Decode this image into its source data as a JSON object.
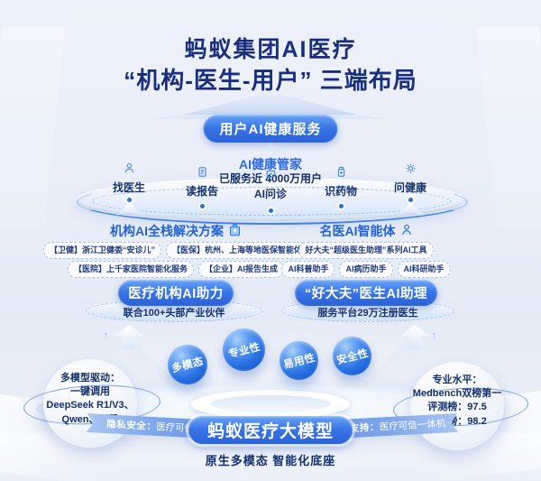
{
  "title": {
    "line1": "蚂蚁集团AI医疗",
    "line2": "“机构-医生-用户” 三端布局"
  },
  "colors": {
    "navy": "#1a2e7e",
    "accent_blue": "#2f6fe0",
    "text_dark": "#13306d",
    "pill_gradient_start": "#6ba6f6",
    "pill_gradient_end": "#2a61d8",
    "sphere_blue": "#2e77e6",
    "ribbon_blue": "#7aa4ea"
  },
  "user_section": {
    "pill_label": "用户AI健康服务",
    "subtitle": "AI健康管家",
    "stat": "已服务近 4000万用户",
    "services": [
      {
        "label": "找医生",
        "icon": "doctor-search-icon"
      },
      {
        "label": "读报告",
        "icon": "report-icon"
      },
      {
        "label": "AI问诊",
        "icon": "chat-consult-icon"
      },
      {
        "label": "识药物",
        "icon": "medicine-icon"
      },
      {
        "label": "问健康",
        "icon": "health-gear-icon"
      }
    ]
  },
  "org_section": {
    "header": "机构AI全栈解决方案",
    "icon": "hospital-icon",
    "tags": [
      "【卫健】浙江卫健委“安诊儿”",
      "【医保】杭州、上海等地医保智能体",
      "【医院】上千家医院智能化服务",
      "【企业】AI报告生成"
    ],
    "button_label": "医疗机构AI助力",
    "button_sub": "联合100+头部产业伙伴"
  },
  "doctor_section": {
    "header": "名医AI智能体",
    "icon": "doctor-avatar-icon",
    "tags": [
      "好大夫“超级医生助理”系列AI工具",
      "AI科普助手",
      "AI病历助手",
      "AI科研助手"
    ],
    "button_label": "“好大夫”医生AI助理",
    "button_sub": "服务平台29万注册医生"
  },
  "capabilities": [
    "多模态",
    "专业性",
    "易用性",
    "安全性"
  ],
  "foundation": {
    "model_pill": "蚂蚁医疗大模型",
    "model_sub": "原生多模态 智能化底座",
    "left_ribbon": {
      "label": "隐私安全：",
      "value": "医疗可信云"
    },
    "right_ribbon": {
      "label": "算力支持：",
      "value": "医疗可信一体机"
    },
    "left_badge": {
      "title": "多模型驱动：",
      "lines": [
        "一键调用",
        "DeepSeek R1/V3、",
        "Qwen、百灵"
      ]
    },
    "right_badge": {
      "title": "专业水平：",
      "lines": [
        "Medbench双榜第一",
        "评测榜：97.5",
        "自测榜：98.2"
      ]
    }
  }
}
